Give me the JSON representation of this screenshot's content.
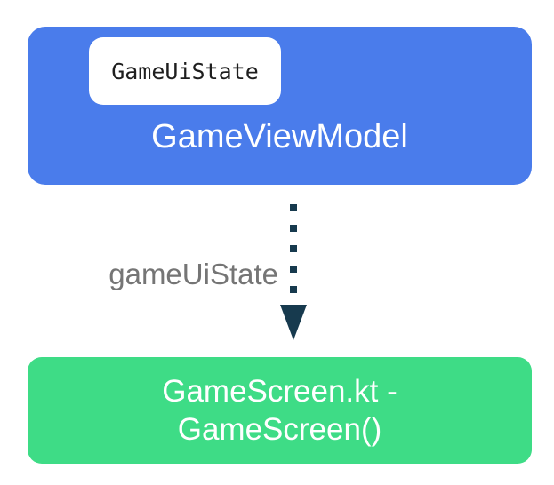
{
  "colors": {
    "background": "#ffffff",
    "viewmodel_box": "#4a7ceb",
    "screen_box": "#3edc86",
    "arrow": "#173a4e",
    "chip_bg": "#ffffff",
    "chip_text": "#1e1e1e",
    "box_text": "#ffffff",
    "edge_label": "#757575"
  },
  "diagram": {
    "viewmodel_box": {
      "state_chip": "GameUiState",
      "title": "GameViewModel"
    },
    "arrow": {
      "label": "gameUiState"
    },
    "screen_box": {
      "title_line1": "GameScreen.kt -",
      "title_line2": "GameScreen()"
    }
  }
}
